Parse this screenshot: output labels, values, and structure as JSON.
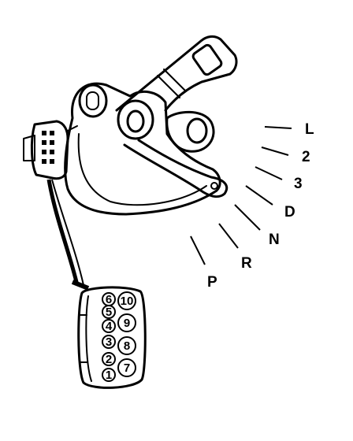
{
  "gear_positions": [
    {
      "id": "L",
      "label": "L"
    },
    {
      "id": "2",
      "label": "2"
    },
    {
      "id": "3",
      "label": "3"
    },
    {
      "id": "D",
      "label": "D"
    },
    {
      "id": "N",
      "label": "N"
    },
    {
      "id": "R",
      "label": "R"
    },
    {
      "id": "P",
      "label": "P"
    }
  ],
  "connector_pins": [
    {
      "id": "6",
      "label": "6"
    },
    {
      "id": "5",
      "label": "5"
    },
    {
      "id": "4",
      "label": "4"
    },
    {
      "id": "3",
      "label": "3"
    },
    {
      "id": "2",
      "label": "2"
    },
    {
      "id": "1",
      "label": "1"
    },
    {
      "id": "10",
      "label": "10"
    },
    {
      "id": "9",
      "label": "9"
    },
    {
      "id": "8",
      "label": "8"
    },
    {
      "id": "7",
      "label": "7"
    }
  ],
  "colors": {
    "line": "#000000",
    "background": "#ffffff"
  }
}
